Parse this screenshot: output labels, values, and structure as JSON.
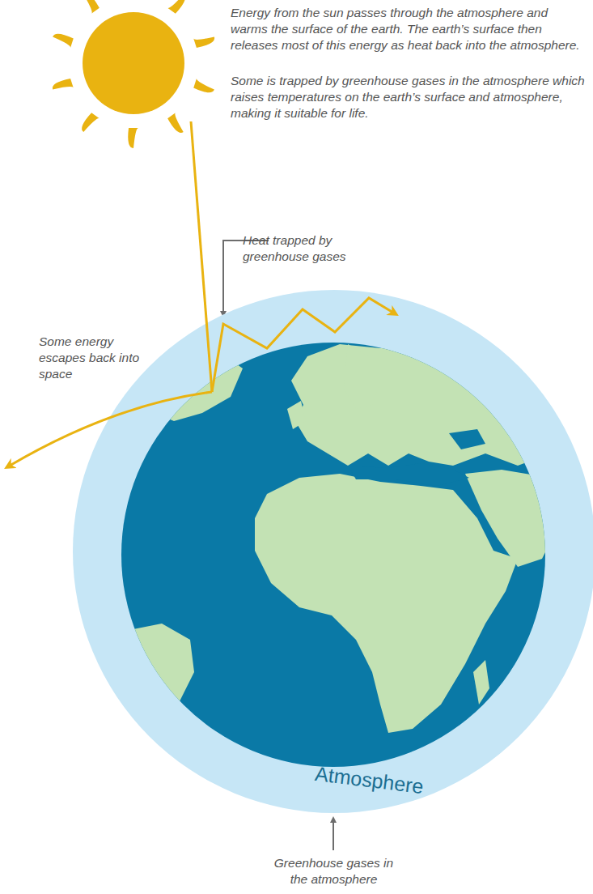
{
  "diagram": {
    "nodes": [
      {
        "text": [
          "Atmosphere"
        ]
      }
    ],
    "labels": [
      "Energy from the sun passes through the atmosphere and warms the surface of the earth. The earth’s surface then releases most of this energy as heat back into the atmosphere.",
      "Some is trapped by greenhouse gases in the atmosphere which raises temperatures on the earth’s surface and atmosphere, making it suitable for life.",
      "Heat trapped by greenhouse gases",
      "Some energy escapes back into space",
      "Greenhouse gases in the atmosphere"
    ]
  }
}
